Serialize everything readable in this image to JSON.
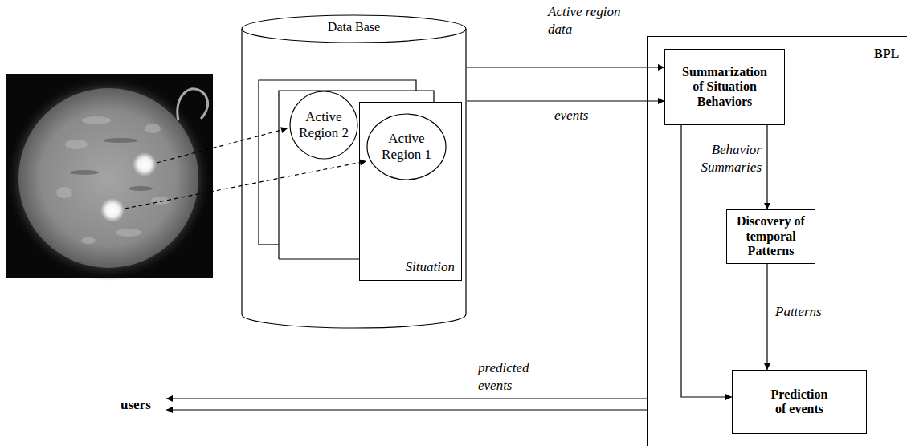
{
  "diagram": {
    "nodes": [
      {
        "text": [
          "Data Base"
        ]
      },
      {
        "text": [
          "Active Region 2"
        ],
        "in": 0
      },
      {
        "text": [
          "Situation"
        ],
        "in": 0
      },
      {
        "text": [
          "Active Region 1"
        ],
        "in": 2
      },
      {
        "text": [
          "BPL"
        ]
      },
      {
        "text": [
          "Summarization of Situation Behaviors"
        ],
        "in": 4
      },
      {
        "text": [
          "Discovery of temporal Patterns"
        ],
        "in": 4
      },
      {
        "text": [
          "Prediction of events"
        ],
        "in": 4
      }
    ],
    "edges": [
      {
        "from": 0,
        "to": 5,
        "arrow": "to",
        "label": "Active region data"
      },
      {
        "from": 0,
        "to": 5,
        "arrow": "to",
        "label": "events"
      },
      {
        "from": 5,
        "to": 6,
        "arrow": "to",
        "label": "Behavior Summaries"
      },
      {
        "from": 5,
        "to": 7,
        "arrow": "to"
      },
      {
        "from": 6,
        "to": 7,
        "arrow": "to",
        "label": "Patterns"
      }
    ],
    "labels": [
      "predicted events",
      "users"
    ]
  }
}
